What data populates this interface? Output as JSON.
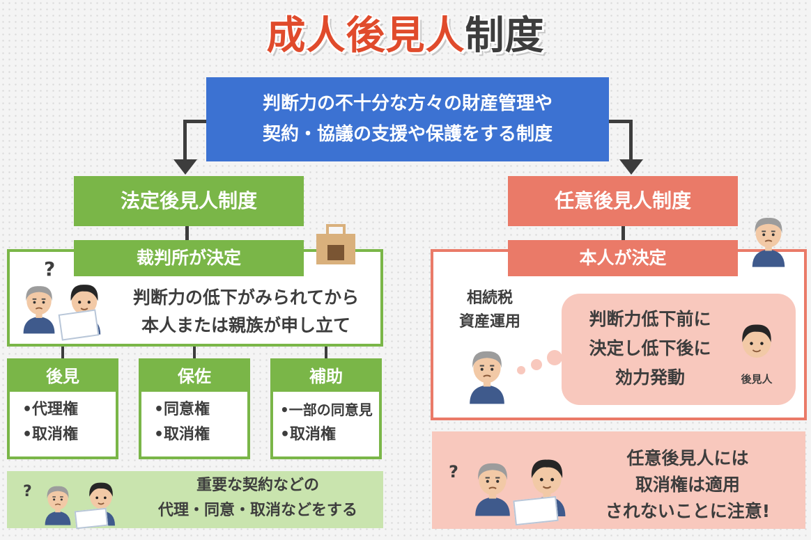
{
  "title": {
    "part_red": "成人後見人",
    "part_dark": "制度"
  },
  "definition": {
    "line1": "判断力の不十分な方々の財産管理や",
    "line2": "契約・協議の支援や保護をする制度"
  },
  "legal": {
    "header": "法定後見人制度",
    "subheader": "裁判所が決定",
    "question_mark": "?",
    "desc_line1": "判断力の低下がみられてから",
    "desc_line2": "本人または親族が申し立て",
    "categories": [
      {
        "title": "後見",
        "items": [
          "•代理権",
          "•取消権"
        ]
      },
      {
        "title": "保佐",
        "items": [
          "•同意権",
          "•取消権"
        ]
      },
      {
        "title": "補助",
        "items": [
          "•一部の同意見",
          "•取消権"
        ]
      }
    ],
    "note_line1": "重要な契約などの",
    "note_line2": "代理・同意・取消などをする"
  },
  "voluntary": {
    "header": "任意後見人制度",
    "subheader": "本人が決定",
    "topics_line1": "相続税",
    "topics_line2": "資産運用",
    "bubble_line1": "判断力低下前に",
    "bubble_line2": "決定し低下後に",
    "bubble_line3": "効力発動",
    "guardian_label": "後見人",
    "question_mark": "?",
    "note_line1": "任意後見人には",
    "note_line2": "取消権は適用",
    "note_line3": "されないことに注意!"
  },
  "colors": {
    "title_red": "#e04b2c",
    "blue": "#3c72d2",
    "green": "#7ab648",
    "light_green": "#c9e4ae",
    "salmon": "#ea7a68",
    "pink": "#f8c8bd",
    "text": "#3d3d3d"
  },
  "icons": [
    "courthouse-icon",
    "elderly-person-icon",
    "younger-person-icon",
    "question-mark-icon",
    "thought-dots-icon"
  ]
}
